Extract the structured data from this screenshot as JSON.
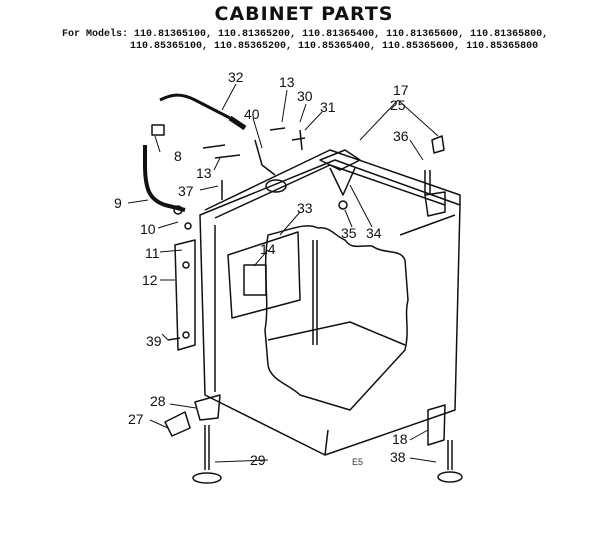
{
  "title": "CABINET PARTS",
  "models_label": "For Models:",
  "models_row1": [
    "110.81365100,",
    "110.81365200,",
    "110.81365400,",
    "110.81365600,",
    "110.81365800,"
  ],
  "models_row2": [
    "110.85365100,",
    "110.85365200,",
    "110.85365400,",
    "110.85365600,",
    "110.85365800"
  ],
  "part_numbers": {
    "p32": "32",
    "p13a": "13",
    "p30": "30",
    "p31": "31",
    "p17": "17",
    "p25": "25",
    "p40": "40",
    "p8": "8",
    "p36": "36",
    "p13b": "13",
    "p37": "37",
    "p9": "9",
    "p33": "33",
    "p10": "10",
    "p14": "14",
    "p35": "35",
    "p34": "34",
    "p11": "11",
    "p12": "12",
    "p39": "39",
    "p28": "28",
    "p27": "27",
    "p18": "18",
    "p29": "29",
    "p38": "38"
  },
  "stamp": "E5"
}
